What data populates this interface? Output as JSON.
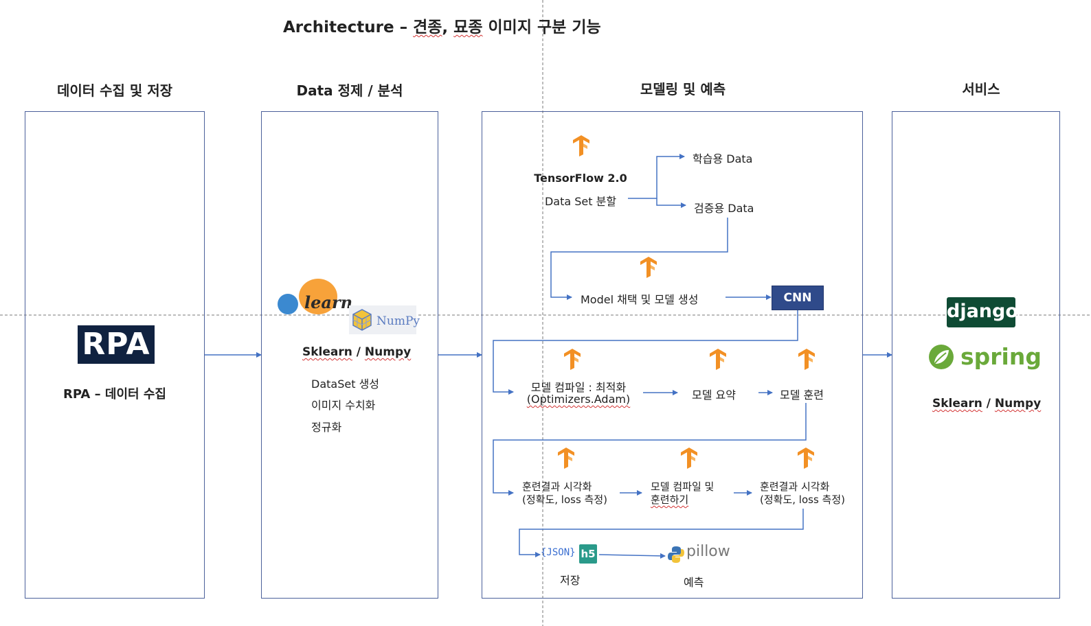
{
  "title": {
    "prefix": "Architecture – ",
    "korean_a": "견종",
    "sep": ", ",
    "korean_b": "묘종",
    "rest": " 이미지 구분 기능"
  },
  "columns": [
    {
      "heading": "데이터 수집 및 저장"
    },
    {
      "heading": "Data 정제 / 분석"
    },
    {
      "heading": "모델링 및 예측"
    },
    {
      "heading": "서비스"
    }
  ],
  "col1": {
    "logo_text": "RPA",
    "caption": "RPA – 데이터 수집"
  },
  "col2": {
    "logo_learn": "learn",
    "logo_numpy": "NumPy",
    "tools_a": "Sklearn",
    "tools_sep": " / ",
    "tools_b": "Numpy",
    "steps": [
      "DataSet 생성",
      "이미지 수치화",
      "정규화"
    ]
  },
  "col3": {
    "tf_title": "TensorFlow 2.0",
    "split_label": "Data Set 분할",
    "train_label": "학습용 Data",
    "val_label": "검증용 Data",
    "model_select": "Model 채택 및 모델 생성",
    "cnn_label": "CNN",
    "compile_line1": "모델 컴파일 : 최적화",
    "compile_line2": "(Optimizers.Adam)",
    "summary_label": "모델 요약",
    "train_model_label": "모델 훈련",
    "viz1_line1": "훈련결과 시각화",
    "viz1_line2": "(정확도, loss 측정)",
    "retrain_line1": "모델 컴파일 및",
    "retrain_line2": "훈련하기",
    "viz2_line1": "훈련결과 시각화",
    "viz2_line2": "(정확도, loss 측정)",
    "json_logo": "{JSON}",
    "h5_logo": "h5",
    "save_label": "저장",
    "pillow_logo": "pillow",
    "predict_label": "예측"
  },
  "col4": {
    "django_logo": "django",
    "spring_logo": "spring",
    "tools_a": "Sklearn",
    "tools_sep": " / ",
    "tools_b": "Numpy"
  },
  "colors": {
    "frame": "#4a5f9a",
    "arrow": "#4472c4",
    "tensorflow": "#f29024",
    "cnn_box": "#2f4a8a",
    "django": "#0f4b34",
    "spring": "#6aa93a"
  }
}
